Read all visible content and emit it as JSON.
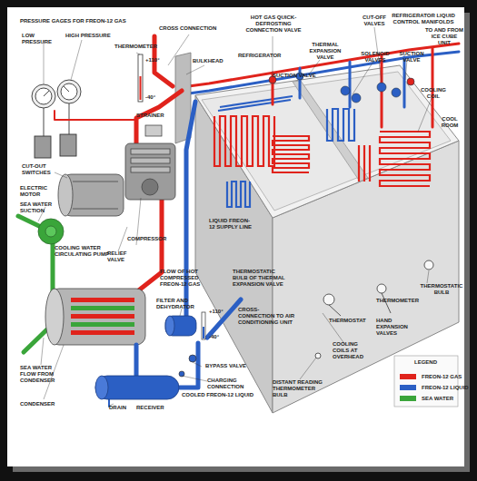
{
  "diagram": {
    "labels": [
      "PRESSURE GAGES FOR FREON-12 GAS",
      "LOW PRESSURE",
      "HIGH PRESSURE",
      "THERMOMETER",
      "+110°",
      "-40°",
      "CROSS CONNECTION",
      "BULKHEAD",
      "HOT GAS QUICK-DEFROSTING CONNECTION VALVE",
      "REFRIGERATOR",
      "SUCTION VALVE",
      "THERMAL EXPANSION VALVE",
      "CUT-OFF VALVES",
      "SOLENOID VALVES",
      "REFRIGERATOR LIQUID CONTROL MANIFOLDS",
      "SUCTION VALVE",
      "TO AND FROM ICE CUBE UNIT",
      "COOLING COIL",
      "COOL ROOM",
      "STRAINER",
      "CUT-OUT SWITCHES",
      "ELECTRIC MOTOR",
      "SEA WATER SUCTION",
      "COOLING WATER CIRCULATING PUMP",
      "RELIEF VALVE",
      "COMPRESSOR",
      "LIQUID FREON-12 SUPPLY LINE",
      "FLOW OF HOT COMPRESSED FREON-12 GAS",
      "FILTER AND DEHYDRATOR",
      "THERMOSTATIC BULB OF THERMAL EXPANSION VALVE",
      "+110°",
      "-40°",
      "CROSS-CONNECTION TO AIR CONDITIONING UNIT",
      "THERMOSTATIC BULB",
      "THERMOMETER",
      "THERMOSTAT",
      "HAND EXPANSION VALVES",
      "COOLING COILS AT OVERHEAD",
      "DISTANT READING THERMOMETER BULB",
      "BYPASS VALVE",
      "CHARGING CONNECTION",
      "COOLED FREON-12 LIQUID",
      "SEA WATER FLOW FROM CONDENSER",
      "CONDENSER",
      "DRAIN",
      "RECEIVER",
      "LEGEND"
    ],
    "legend": [
      {
        "text": "FREON-12 GAS",
        "color": "#e0231c"
      },
      {
        "text": "FREON-12 LIQUID",
        "color": "#2b5fc4"
      },
      {
        "text": "SEA WATER",
        "color": "#3aa53a"
      }
    ]
  }
}
